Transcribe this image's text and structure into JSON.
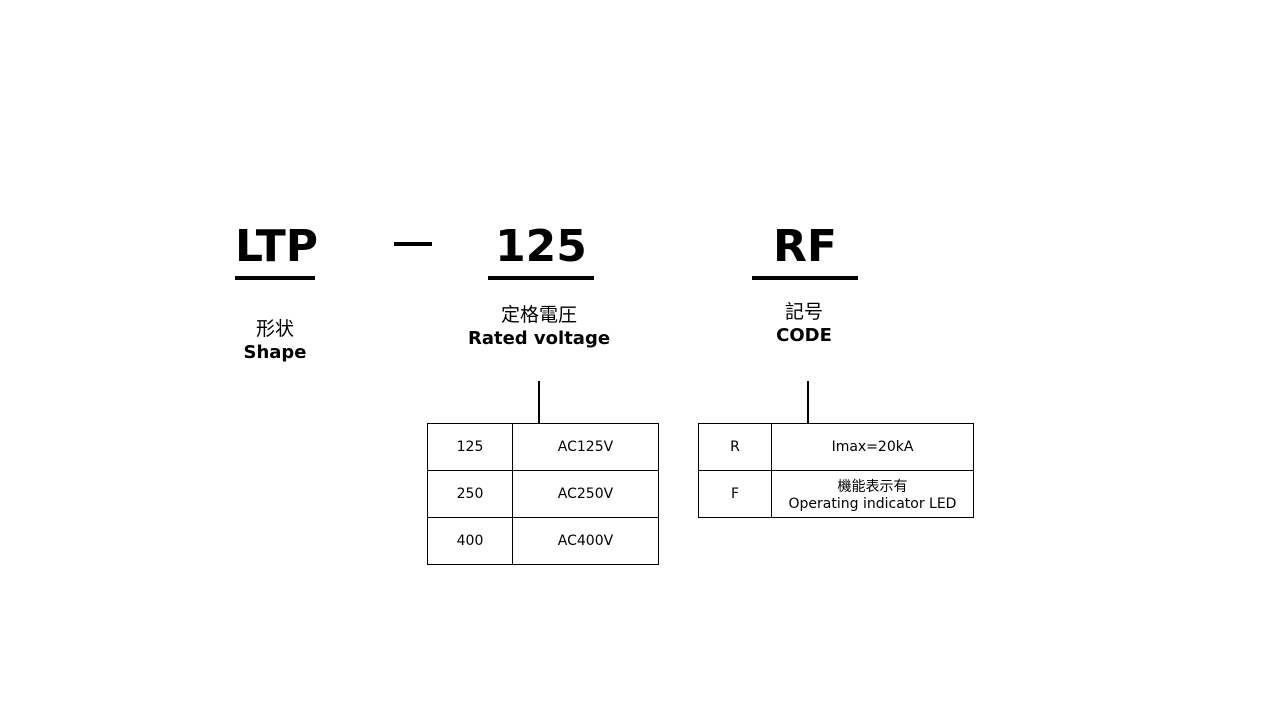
{
  "segments": {
    "shape": {
      "code": "LTP",
      "label_jp": "形状",
      "label_en": "Shape"
    },
    "separator": "—",
    "voltage": {
      "code": "125",
      "label_jp": "定格電圧",
      "label_en": "Rated voltage"
    },
    "code": {
      "code": "RF",
      "label_jp": "記号",
      "label_en": "CODE"
    }
  },
  "voltage_table": {
    "rows": [
      {
        "code": "125",
        "value": "AC125V"
      },
      {
        "code": "250",
        "value": "AC250V"
      },
      {
        "code": "400",
        "value": "AC400V"
      }
    ]
  },
  "code_table": {
    "rows": [
      {
        "code": "R",
        "value": "Imax=20kA"
      },
      {
        "code": "F",
        "value_jp": "機能表示有",
        "value_en": "Operating indicator LED"
      }
    ]
  }
}
